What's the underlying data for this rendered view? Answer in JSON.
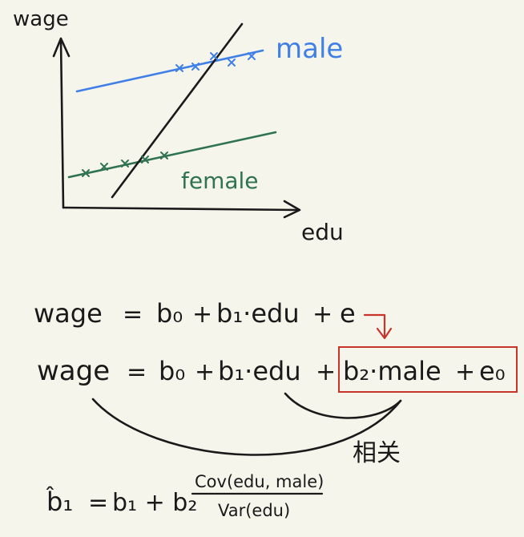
{
  "graph": {
    "y_axis_label": "wage",
    "x_axis_label": "edu",
    "male_label": "male",
    "female_label": "female"
  },
  "equations": {
    "eq1": {
      "lhs": "wage",
      "eq": "=",
      "b0": "b₀",
      "plus1": "+",
      "b1edu": "b₁·edu",
      "plus2": "+",
      "err": "e"
    },
    "eq2": {
      "lhs": "wage",
      "eq": "=",
      "b0": "b₀",
      "plus1": "+",
      "b1edu": "b₁·edu",
      "plus2": "+",
      "b2male": "b₂·male",
      "plus3": "+",
      "err": "e₀"
    },
    "correlated_label": "相关"
  },
  "formula": {
    "lhs": "b̂₁",
    "eq": "=",
    "rhs": "b₁ + b₂",
    "numerator": "Cov(edu, male)",
    "denominator": "Var(edu)"
  },
  "colors": {
    "ink": "#1a1a1a",
    "male": "#3f7fe6",
    "female": "#2f7352",
    "highlight": "#c8342a",
    "background": "#f6f5ec"
  }
}
